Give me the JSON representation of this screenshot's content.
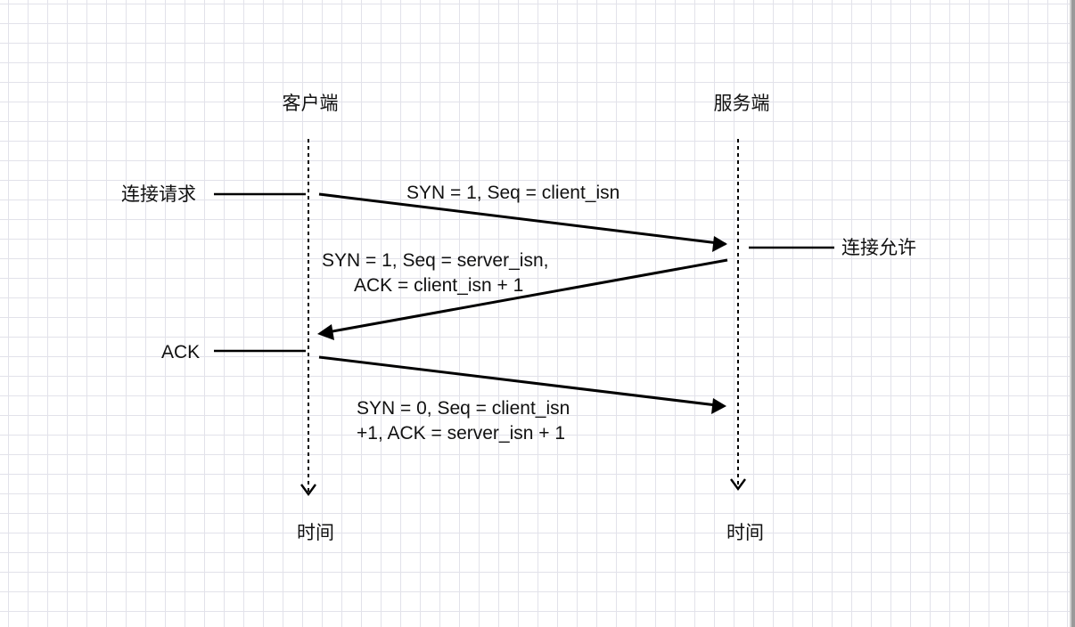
{
  "participants": {
    "client": {
      "title": "客户端",
      "time": "时间"
    },
    "server": {
      "title": "服务端",
      "time": "时间"
    }
  },
  "side_labels": {
    "connect_request": "连接请求",
    "connect_allow": "连接允许",
    "ack": "ACK"
  },
  "messages": [
    {
      "line1": "SYN = 1, Seq = client_isn",
      "line2": ""
    },
    {
      "line1": "SYN = 1, Seq = server_isn,",
      "line2": "ACK = client_isn + 1"
    },
    {
      "line1": "SYN = 0, Seq = client_isn",
      "line2": "+1, ACK = server_isn + 1"
    }
  ],
  "colors": {
    "ink": "#000000",
    "grid": "#e2e2ea"
  }
}
